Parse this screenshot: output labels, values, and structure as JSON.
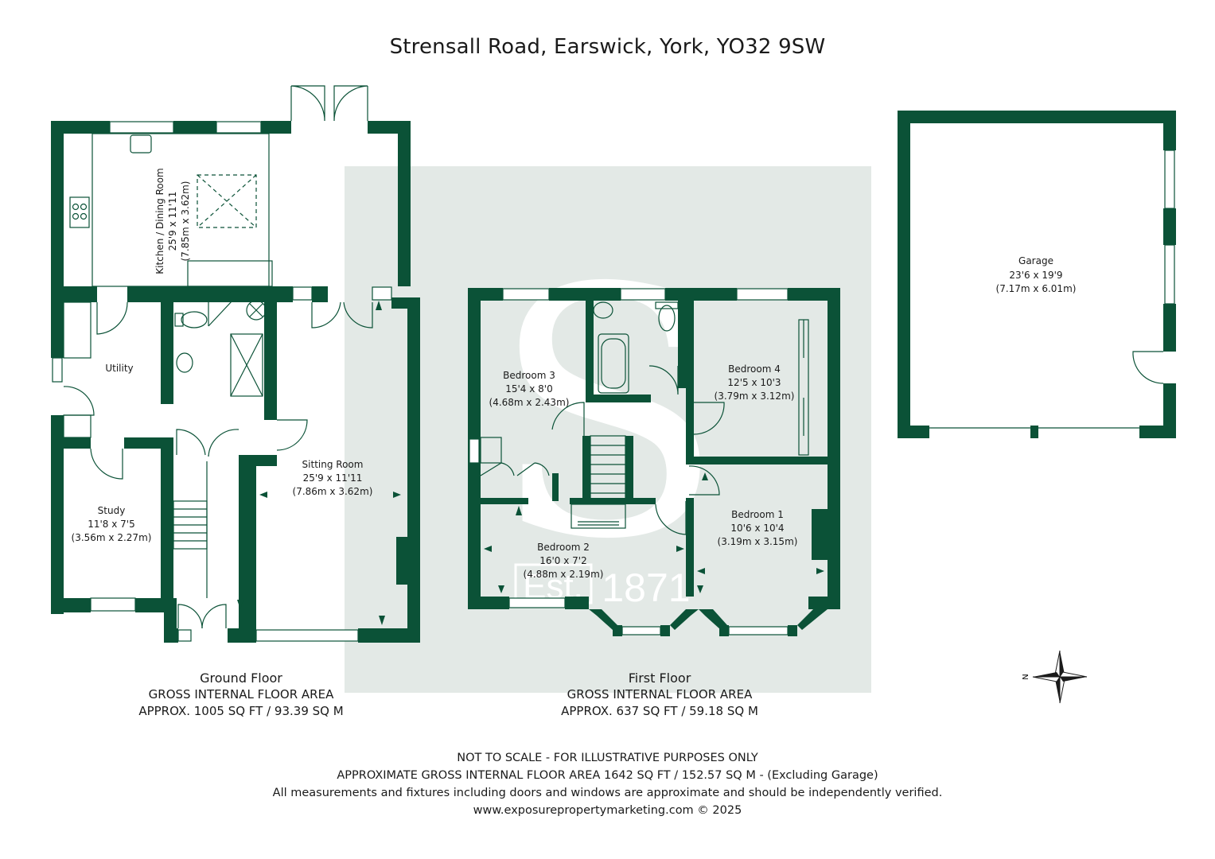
{
  "title": "Strensall Road, Earswick, York, YO32 9SW",
  "colors": {
    "wall": "#0b5237",
    "watermark": "#e3e9e6",
    "background": "#ffffff"
  },
  "ground_floor": {
    "name": "Ground Floor",
    "area_label": "GROSS INTERNAL FLOOR AREA",
    "area": "APPROX. 1005 SQ FT / 93.39 SQ M",
    "rooms": {
      "kitchen": {
        "name": "Kitchen / Dining Room",
        "imperial": "25'9 x 11'11",
        "metric": "(7.85m x 3.62m)"
      },
      "utility": {
        "name": "Utility"
      },
      "sitting": {
        "name": "Sitting Room",
        "imperial": "25'9 x 11'11",
        "metric": "(7.86m x 3.62m)"
      },
      "study": {
        "name": "Study",
        "imperial": "11'8 x 7'5",
        "metric": "(3.56m x 2.27m)"
      }
    }
  },
  "first_floor": {
    "name": "First Floor",
    "area_label": "GROSS INTERNAL FLOOR AREA",
    "area": "APPROX. 637 SQ FT / 59.18 SQ M",
    "rooms": {
      "bedroom3": {
        "name": "Bedroom 3",
        "imperial": "15'4 x 8'0",
        "metric": "(4.68m x 2.43m)"
      },
      "bedroom4": {
        "name": "Bedroom 4",
        "imperial": "12'5 x 10'3",
        "metric": "(3.79m x 3.12m)"
      },
      "bedroom1": {
        "name": "Bedroom 1",
        "imperial": "10'6 x 10'4",
        "metric": "(3.19m x 3.15m)"
      },
      "bedroom2": {
        "name": "Bedroom 2",
        "imperial": "16'0 x 7'2",
        "metric": "(4.88m x 2.19m)"
      }
    }
  },
  "garage": {
    "name": "Garage",
    "imperial": "23'6 x 19'9",
    "metric": "(7.17m x 6.01m)"
  },
  "watermark": {
    "letter": "S",
    "est": "Est.",
    "year": "1871"
  },
  "compass": {
    "north_label": "N",
    "icon": "compass-rose-icon"
  },
  "footer": {
    "line1": "NOT TO SCALE - FOR ILLUSTRATIVE PURPOSES ONLY",
    "line2": "APPROXIMATE GROSS INTERNAL FLOOR AREA 1642 SQ FT / 152.57 SQ M - (Excluding Garage)",
    "line3": "All measurements and fixtures including doors and windows are approximate and should be independently verified.",
    "line4": "www.exposurepropertymarketing.com © 2025"
  }
}
